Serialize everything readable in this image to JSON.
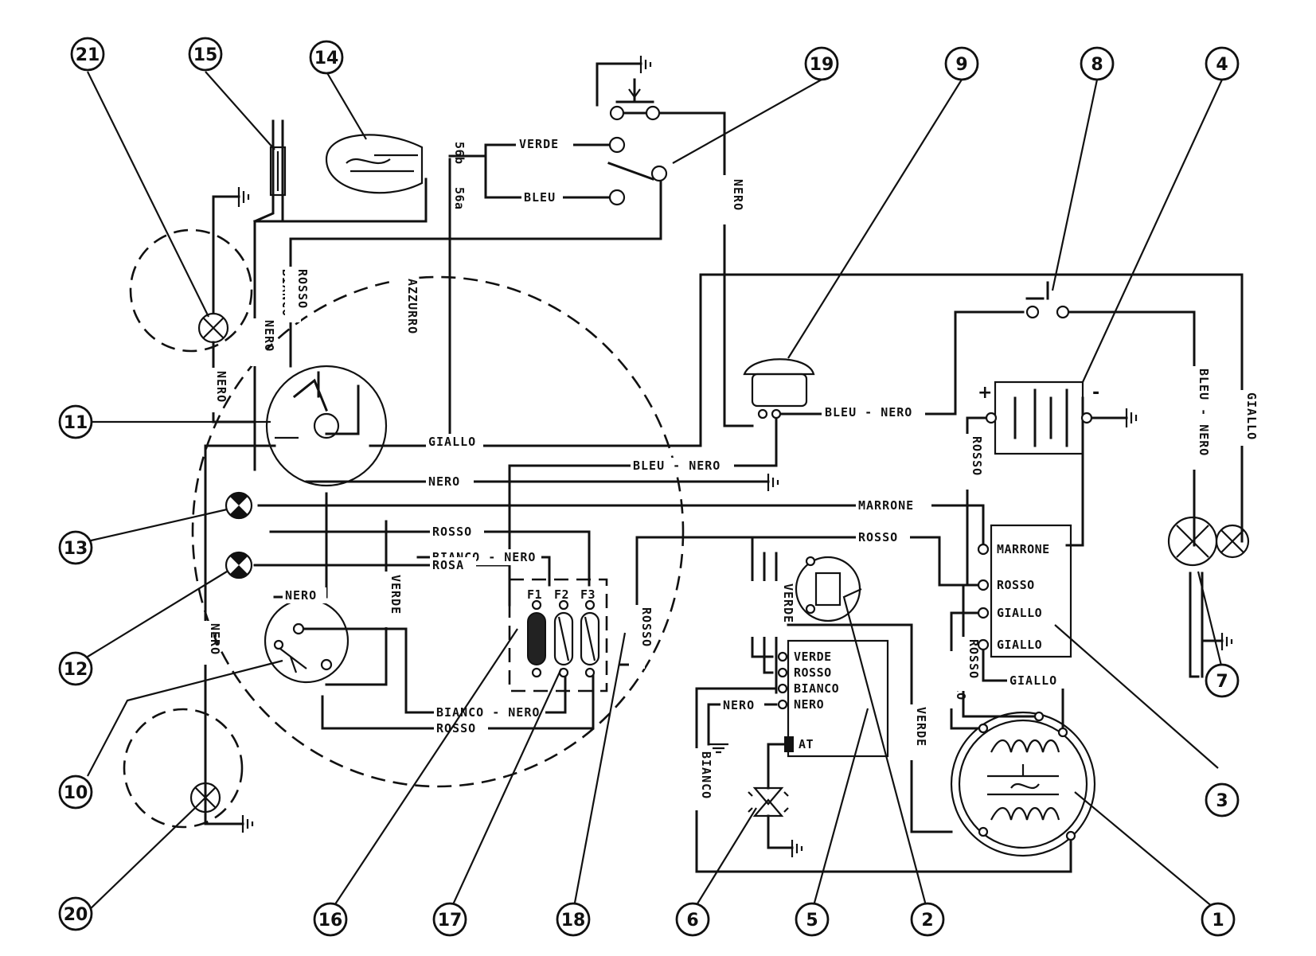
{
  "callouts": [
    "1",
    "2",
    "3",
    "4",
    "5",
    "6",
    "7",
    "8",
    "9",
    "10",
    "11",
    "12",
    "13",
    "14",
    "15",
    "16",
    "17",
    "18",
    "19",
    "20",
    "21"
  ],
  "wire_labels": {
    "verde": "VERDE",
    "bleu": "BLEU",
    "nero": "NERO",
    "bianco": "BIANCO",
    "rosso": "ROSSO",
    "azzurro": "AZZURRO",
    "giallo": "GIALLO",
    "bleu_nero": "BLEU - NERO",
    "marrone": "MARRONE",
    "bianco_nero": "BIANCO - NERO",
    "rosa": "ROSA"
  },
  "lamp_terminals": {
    "t56b": "56b",
    "t56a": "56a"
  },
  "fuse_labels": [
    "F1",
    "F2",
    "F3"
  ],
  "regulator_terminals": [
    "MARRONE",
    "ROSSO",
    "GIALLO",
    "GIALLO"
  ],
  "ignition_unit_terminals": [
    "VERDE",
    "ROSSO",
    "BIANCO",
    "NERO"
  ],
  "ignition_unit_at": "AT",
  "battery_plus": "+",
  "battery_minus": "-"
}
